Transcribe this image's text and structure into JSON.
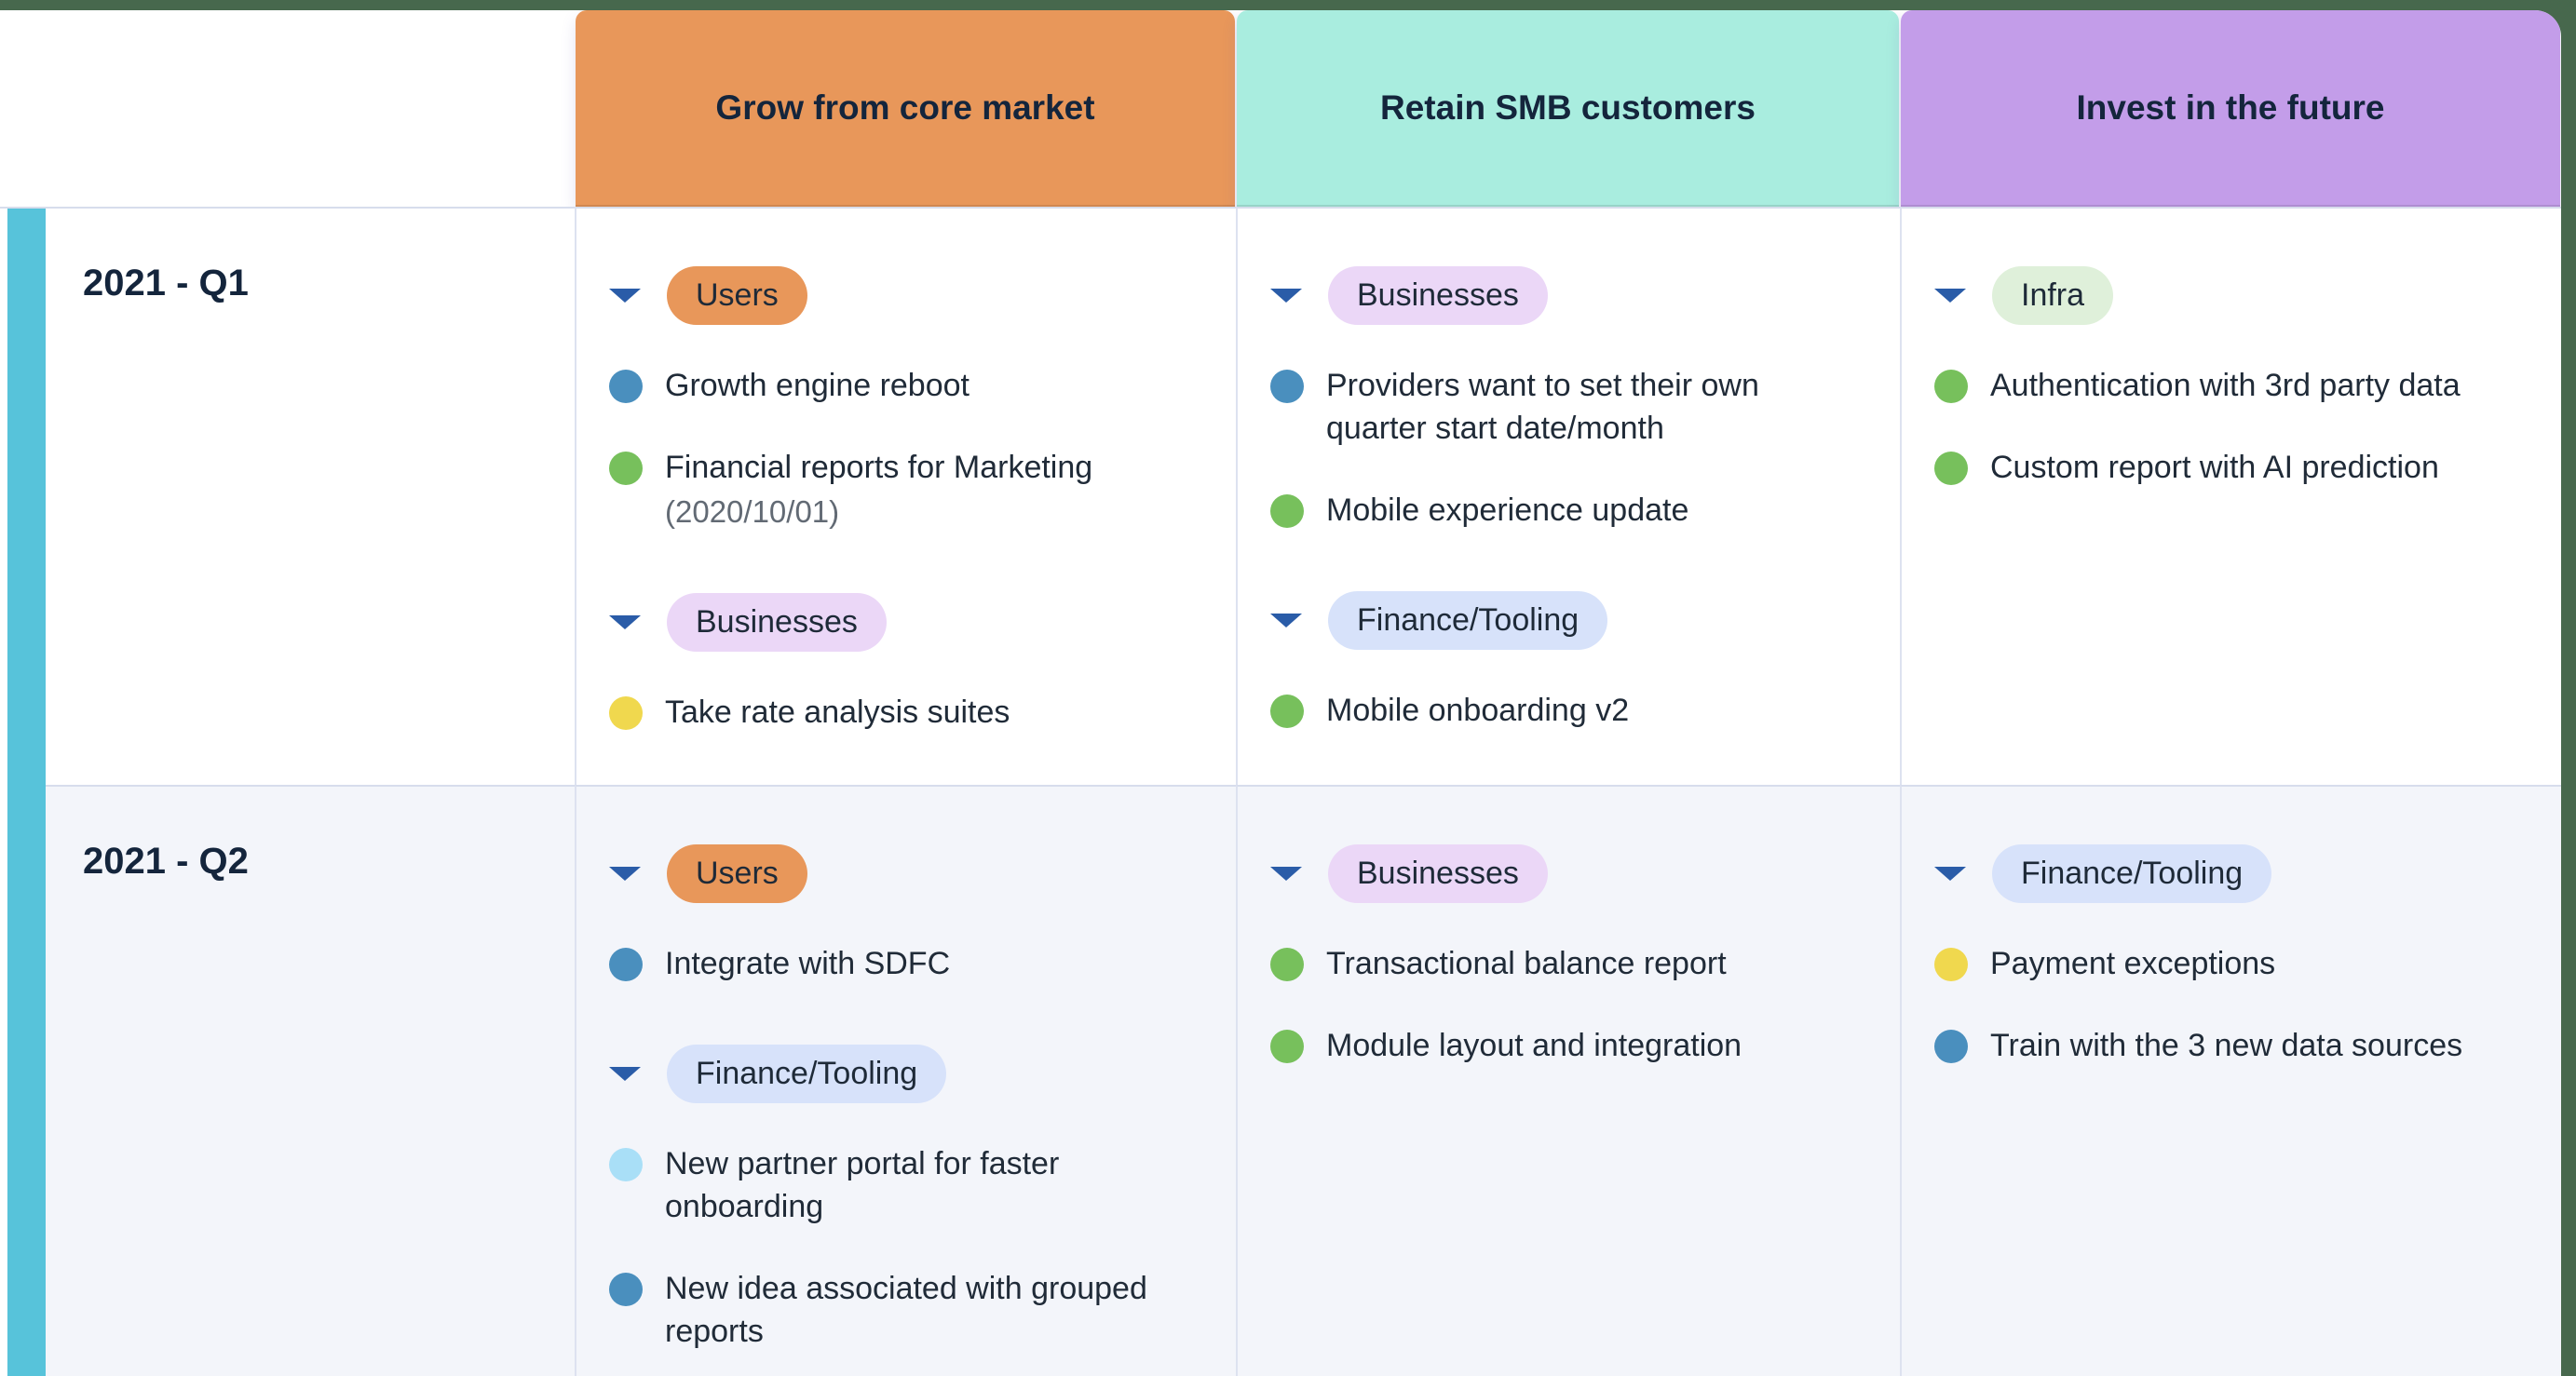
{
  "frame": {
    "bg": "#47684D",
    "rail_color": "#57C3DA",
    "q2_row_bg": "#F3F5FA"
  },
  "palette": {
    "header_orange": "#E8975A",
    "header_mint": "#A9EDDF",
    "header_purple": "#C39DE9",
    "badge_orange": "#E8975A",
    "badge_lavender": "#EBD7F7",
    "badge_periwinkle": "#D7E2FA",
    "badge_green": "#DFF0DA",
    "bullet_blue": "#4A8FBE",
    "bullet_green": "#77C05C",
    "bullet_yellow": "#F0D84E",
    "bullet_lightblue": "#A9DFF7",
    "arrow_blue": "#2A5CA8"
  },
  "columns": [
    {
      "label": "Grow from core market",
      "color": "#E8975A"
    },
    {
      "label": "Retain SMB customers",
      "color": "#A9EDDF"
    },
    {
      "label": "Invest in the future",
      "color": "#C39DE9"
    }
  ],
  "rows": [
    {
      "label": "2021 - Q1",
      "cells": [
        {
          "groups": [
            {
              "tag": "Users",
              "tag_bg": "#E8975A",
              "items": [
                {
                  "text": "Growth engine reboot",
                  "bullet": "#4A8FBE",
                  "note": ""
                },
                {
                  "text": "Financial reports for Marketing",
                  "note": "(2020/10/01)",
                  "bullet": "#77C05C"
                }
              ]
            },
            {
              "tag": "Businesses",
              "tag_bg": "#EBD7F7",
              "items": [
                {
                  "text": "Take rate analysis suites",
                  "bullet": "#F0D84E",
                  "note": ""
                }
              ]
            }
          ]
        },
        {
          "groups": [
            {
              "tag": "Businesses",
              "tag_bg": "#EBD7F7",
              "items": [
                {
                  "text": "Providers want to set their own quarter start date/month",
                  "bullet": "#4A8FBE",
                  "note": ""
                },
                {
                  "text": "Mobile experience update",
                  "bullet": "#77C05C",
                  "note": ""
                }
              ]
            },
            {
              "tag": "Finance/Tooling",
              "tag_bg": "#D7E2FA",
              "items": [
                {
                  "text": "Mobile onboarding v2",
                  "bullet": "#77C05C",
                  "note": ""
                }
              ]
            }
          ]
        },
        {
          "groups": [
            {
              "tag": "Infra",
              "tag_bg": "#DFF0DA",
              "items": [
                {
                  "text": "Authentication with 3rd party data",
                  "bullet": "#77C05C",
                  "note": ""
                },
                {
                  "text": "Custom report with AI prediction",
                  "bullet": "#77C05C",
                  "note": ""
                }
              ]
            }
          ]
        }
      ]
    },
    {
      "label": "2021 - Q2",
      "cells": [
        {
          "groups": [
            {
              "tag": "Users",
              "tag_bg": "#E8975A",
              "items": [
                {
                  "text": "Integrate with SDFC",
                  "bullet": "#4A8FBE",
                  "note": ""
                }
              ]
            },
            {
              "tag": "Finance/Tooling",
              "tag_bg": "#D7E2FA",
              "items": [
                {
                  "text": "New partner portal for faster onboarding",
                  "bullet": "#A9DFF7",
                  "note": ""
                },
                {
                  "text": "New idea associated with grouped reports",
                  "bullet": "#4A8FBE",
                  "note": ""
                }
              ]
            }
          ]
        },
        {
          "groups": [
            {
              "tag": "Businesses",
              "tag_bg": "#EBD7F7",
              "items": [
                {
                  "text": "Transactional balance report",
                  "bullet": "#77C05C",
                  "note": ""
                },
                {
                  "text": "Module layout and integration",
                  "bullet": "#77C05C",
                  "note": ""
                }
              ]
            }
          ]
        },
        {
          "groups": [
            {
              "tag": "Finance/Tooling",
              "tag_bg": "#D7E2FA",
              "items": [
                {
                  "text": "Payment exceptions",
                  "bullet": "#F0D84E",
                  "note": ""
                },
                {
                  "text": "Train with the 3 new data sources",
                  "bullet": "#4A8FBE",
                  "note": ""
                }
              ]
            }
          ]
        }
      ]
    }
  ]
}
